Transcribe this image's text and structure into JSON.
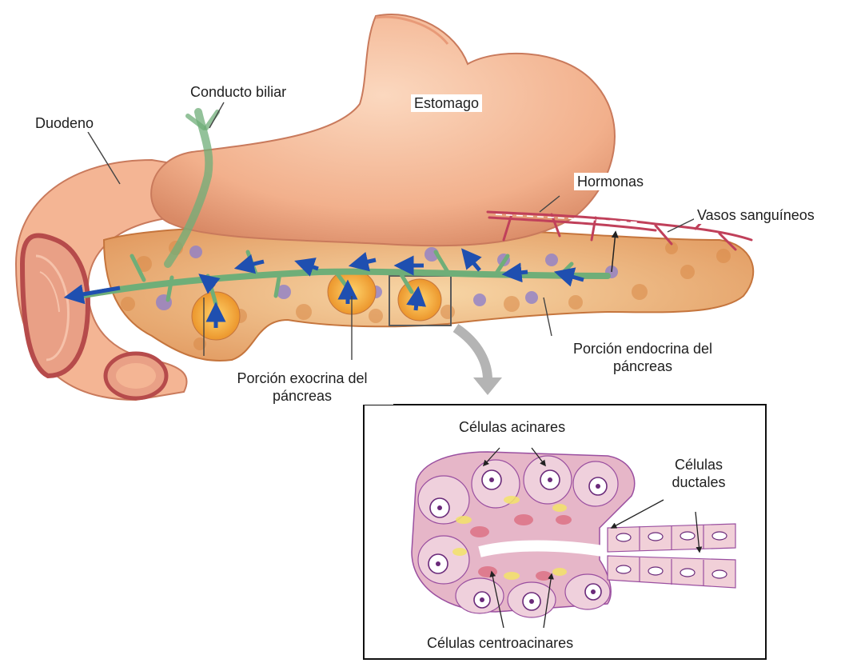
{
  "labels": {
    "conducto_biliar": "Conducto biliar",
    "estomago": "Estomago",
    "duodeno": "Duodeno",
    "hormonas": "Hormonas",
    "vasos_sanguineos": "Vasos sanguíneos",
    "porcion_endocrina_1": "Porción endocrina del",
    "porcion_endocrina_2": "páncreas",
    "porcion_exocrina_1": "Porción exocrina del",
    "porcion_exocrina_2": "páncreas",
    "celulas_acinares": "Células acinares",
    "celulas_ductales_1": "Células",
    "celulas_ductales_2": "ductales",
    "celulas_centroacinares": "Células centroacinares"
  },
  "colors": {
    "stomach": "#f2b08c",
    "pancreas": "#e0955a",
    "duct": "#6fae78",
    "arrow": "#1f4fb0",
    "vessel": "#c0405a",
    "acinar_cell": "#e6b6c8",
    "nucleus": "#9a4fa0",
    "duct_cell": "#f1d0d8"
  }
}
